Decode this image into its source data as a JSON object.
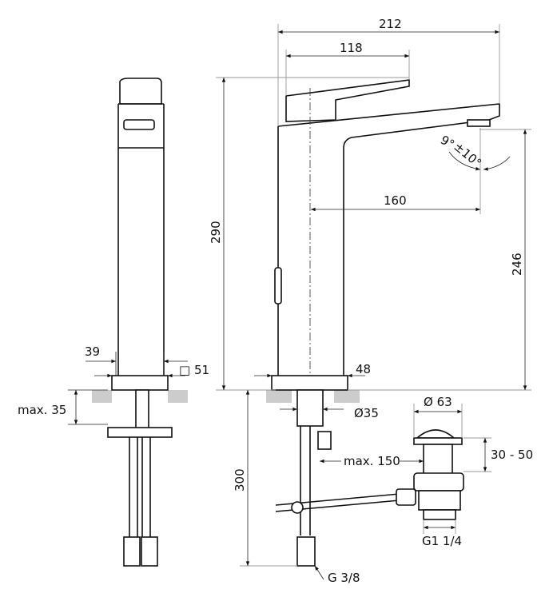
{
  "dimensions": {
    "overall_width": "212",
    "lever_length": "118",
    "spout_angle": "9°",
    "spout_tolerance": "±10°",
    "spout_reach": "160",
    "total_height": "290",
    "spout_height": "246",
    "body_width": "39",
    "square_base": "□ 51",
    "base_width": "48",
    "max_deck_thickness": "max. 35",
    "hole_diameter": "Ø35",
    "drain_diameter": "Ø 63",
    "drain_range": "30 - 50",
    "max_rod_length": "max. 150",
    "hose_length": "300",
    "drain_thread": "G1 1/4",
    "hose_thread": "G 3/8"
  }
}
